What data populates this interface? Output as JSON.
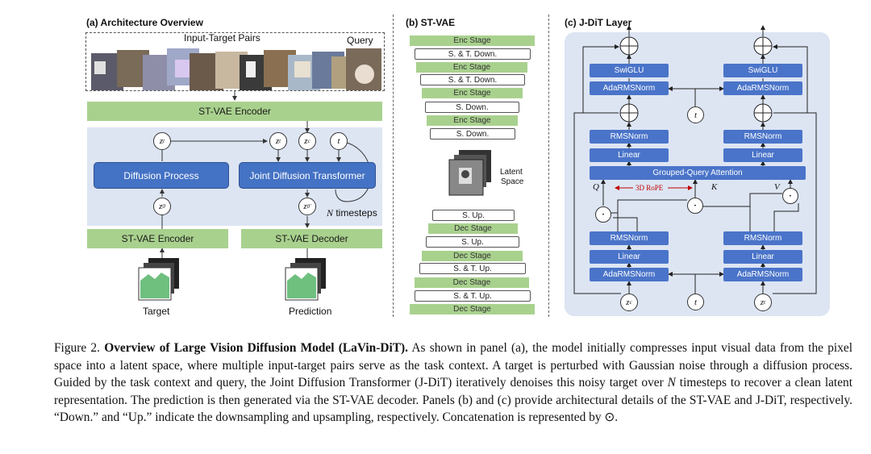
{
  "panel_a": {
    "title": "(a) Architecture Overview",
    "input_pairs_label": "Input-Target Pairs",
    "query_label": "Query",
    "encoder_top": "ST-VAE Encoder",
    "zt_left": "z",
    "zt_left_sub": "t",
    "zt_mid": "z",
    "zt_mid_sub": "t",
    "zc": "z",
    "zc_sub": "c",
    "t_label": "t",
    "diffusion_process": "Diffusion Process",
    "joint_transformer": "Joint Diffusion Transformer",
    "z0_left": "z",
    "z0_left_sub": "0",
    "z0_right": "z",
    "z0_right_sub": "0",
    "z0_right_sup": "′",
    "n_timesteps_n": "N",
    "n_timesteps_rest": " timesteps",
    "encoder_bottom": "ST-VAE Encoder",
    "decoder_bottom": "ST-VAE Decoder",
    "target_label": "Target",
    "prediction_label": "Prediction"
  },
  "panel_b": {
    "title": "(b) ST-VAE",
    "rows": [
      {
        "kind": "green",
        "label": "Enc Stage"
      },
      {
        "kind": "white",
        "label": "S. & T. Down."
      },
      {
        "kind": "green",
        "label": "Enc Stage"
      },
      {
        "kind": "white",
        "label": "S. & T. Down."
      },
      {
        "kind": "green",
        "label": "Enc Stage"
      },
      {
        "kind": "white",
        "label": "S. Down."
      },
      {
        "kind": "green",
        "label": "Enc Stage"
      },
      {
        "kind": "white",
        "label": "S. Down."
      }
    ],
    "latent_label_1": "Latent",
    "latent_label_2": "Space",
    "rows_bottom": [
      {
        "kind": "white",
        "label": "S. Up."
      },
      {
        "kind": "green",
        "label": "Dec Stage"
      },
      {
        "kind": "white",
        "label": "S. Up."
      },
      {
        "kind": "green",
        "label": "Dec Stage"
      },
      {
        "kind": "white",
        "label": "S. & T. Up."
      },
      {
        "kind": "green",
        "label": "Dec Stage"
      },
      {
        "kind": "white",
        "label": "S. & T. Up."
      },
      {
        "kind": "green",
        "label": "Dec Stage"
      }
    ]
  },
  "panel_c": {
    "title": "(c) J-DiT Layer",
    "swiglu_left": "SwiGLU",
    "swiglu_right": "SwiGLU",
    "adarms_top_left": "AdaRMSNorm",
    "adarms_top_right": "AdaRMSNorm",
    "t_mid": "t",
    "rmsnorm_left": "RMSNorm",
    "rmsnorm_right": "RMSNorm",
    "linear_left": "Linear",
    "linear_right": "Linear",
    "gqa": "Grouped-Query Attention",
    "q_label": "Q",
    "k_label": "K",
    "v_label": "V",
    "rope_label": "3D RoPE",
    "rmsnorm_low_left": "RMSNorm",
    "rmsnorm_low_right": "RMSNorm",
    "linear_low_left": "Linear",
    "linear_low_right": "Linear",
    "adarms_low_left": "AdaRMSNorm",
    "adarms_low_right": "AdaRMSNorm",
    "zc": "z",
    "zc_sub": "c",
    "t_bottom": "t",
    "zt": "z",
    "zt_sub": "t",
    "dot": "·"
  },
  "caption": {
    "prefix": "Figure 2. ",
    "bold": "Overview of Large Vision Diffusion Model (LaVin-DiT).",
    "part1": " As shown in panel (a), the model initially compresses input visual data from the pixel space into a latent space, where multiple input-target pairs serve as the task context. A target is perturbed with Gaussian noise through a diffusion process. Guided by the task context and query, the Joint Diffusion Transformer (J-DiT) iteratively denoises this noisy target over ",
    "n": "N",
    "part2": " timesteps to recover a clean latent representation. The prediction is then generated via the ST-VAE decoder. Panels (b) and (c) provide architectural details of the ST-VAE and J-DiT, respectively. “Down.” and “Up.” indicate the downsampling and upsampling, respectively. Concatenation is represented by ⊙."
  },
  "colors": {
    "green": "#a9d18e",
    "blue": "#4472c4",
    "panel_bg": "#dde5f3",
    "rope_red": "#c00000"
  }
}
